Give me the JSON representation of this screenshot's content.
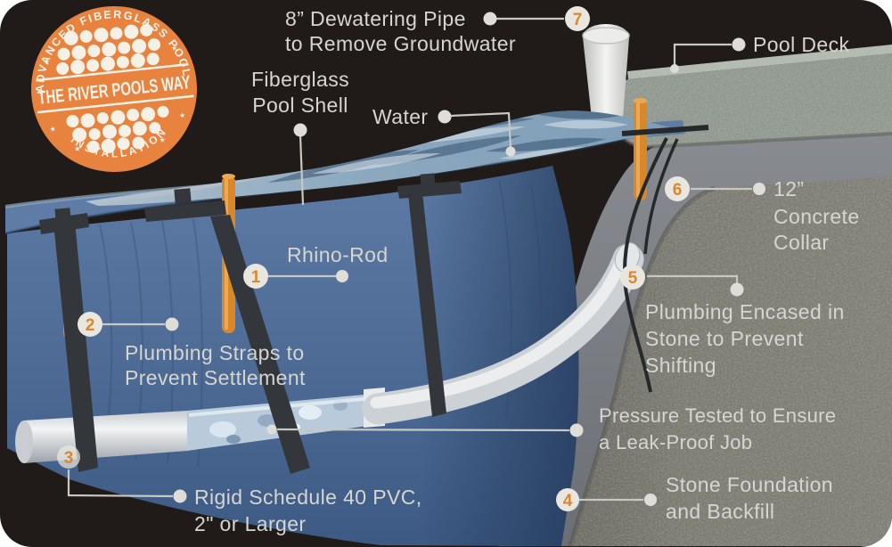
{
  "badge": {
    "arc_top": "ADVANCED FIBERGLASS POOL",
    "title": "THE RIVER POOLS WAY",
    "arc_bottom": "INSTALLATION"
  },
  "icons": {
    "star": "★"
  },
  "callouts": {
    "dewatering": {
      "num": "7",
      "line1": "8” Dewatering Pipe",
      "line2": "to Remove Groundwater"
    },
    "pool_deck": {
      "text": "Pool Deck"
    },
    "fiberglass": {
      "line1": "Fiberglass",
      "line2": "Pool Shell"
    },
    "water": {
      "text": "Water"
    },
    "rhino_rod": {
      "num": "1",
      "text": "Rhino-Rod"
    },
    "straps": {
      "num": "2",
      "line1": "Plumbing Straps to",
      "line2": "Prevent Settlement"
    },
    "pvc": {
      "num": "3",
      "line1": "Rigid Schedule 40 PVC,",
      "line2": "2\" or Larger"
    },
    "stone": {
      "num": "4",
      "line1": "Stone Foundation",
      "line2": "and Backfill"
    },
    "encased": {
      "num": "5",
      "line1": "Plumbing Encased in",
      "line2": "Stone to Prevent",
      "line3": "Shifting"
    },
    "collar": {
      "num": "6",
      "line1": "12”",
      "line2": "Concrete",
      "line3": "Collar"
    },
    "pressure": {
      "line1": "Pressure Tested to Ensure",
      "line2": "a Leak-Proof Job"
    }
  },
  "colors": {
    "background": "#201b18",
    "accent_orange": "#e8833f",
    "callout_number": "#d9882f",
    "label_text": "#d7d5d0",
    "pool_blue": "#4f6d95",
    "stone_gray": "#78786f",
    "deck_gray": "#939c92"
  }
}
